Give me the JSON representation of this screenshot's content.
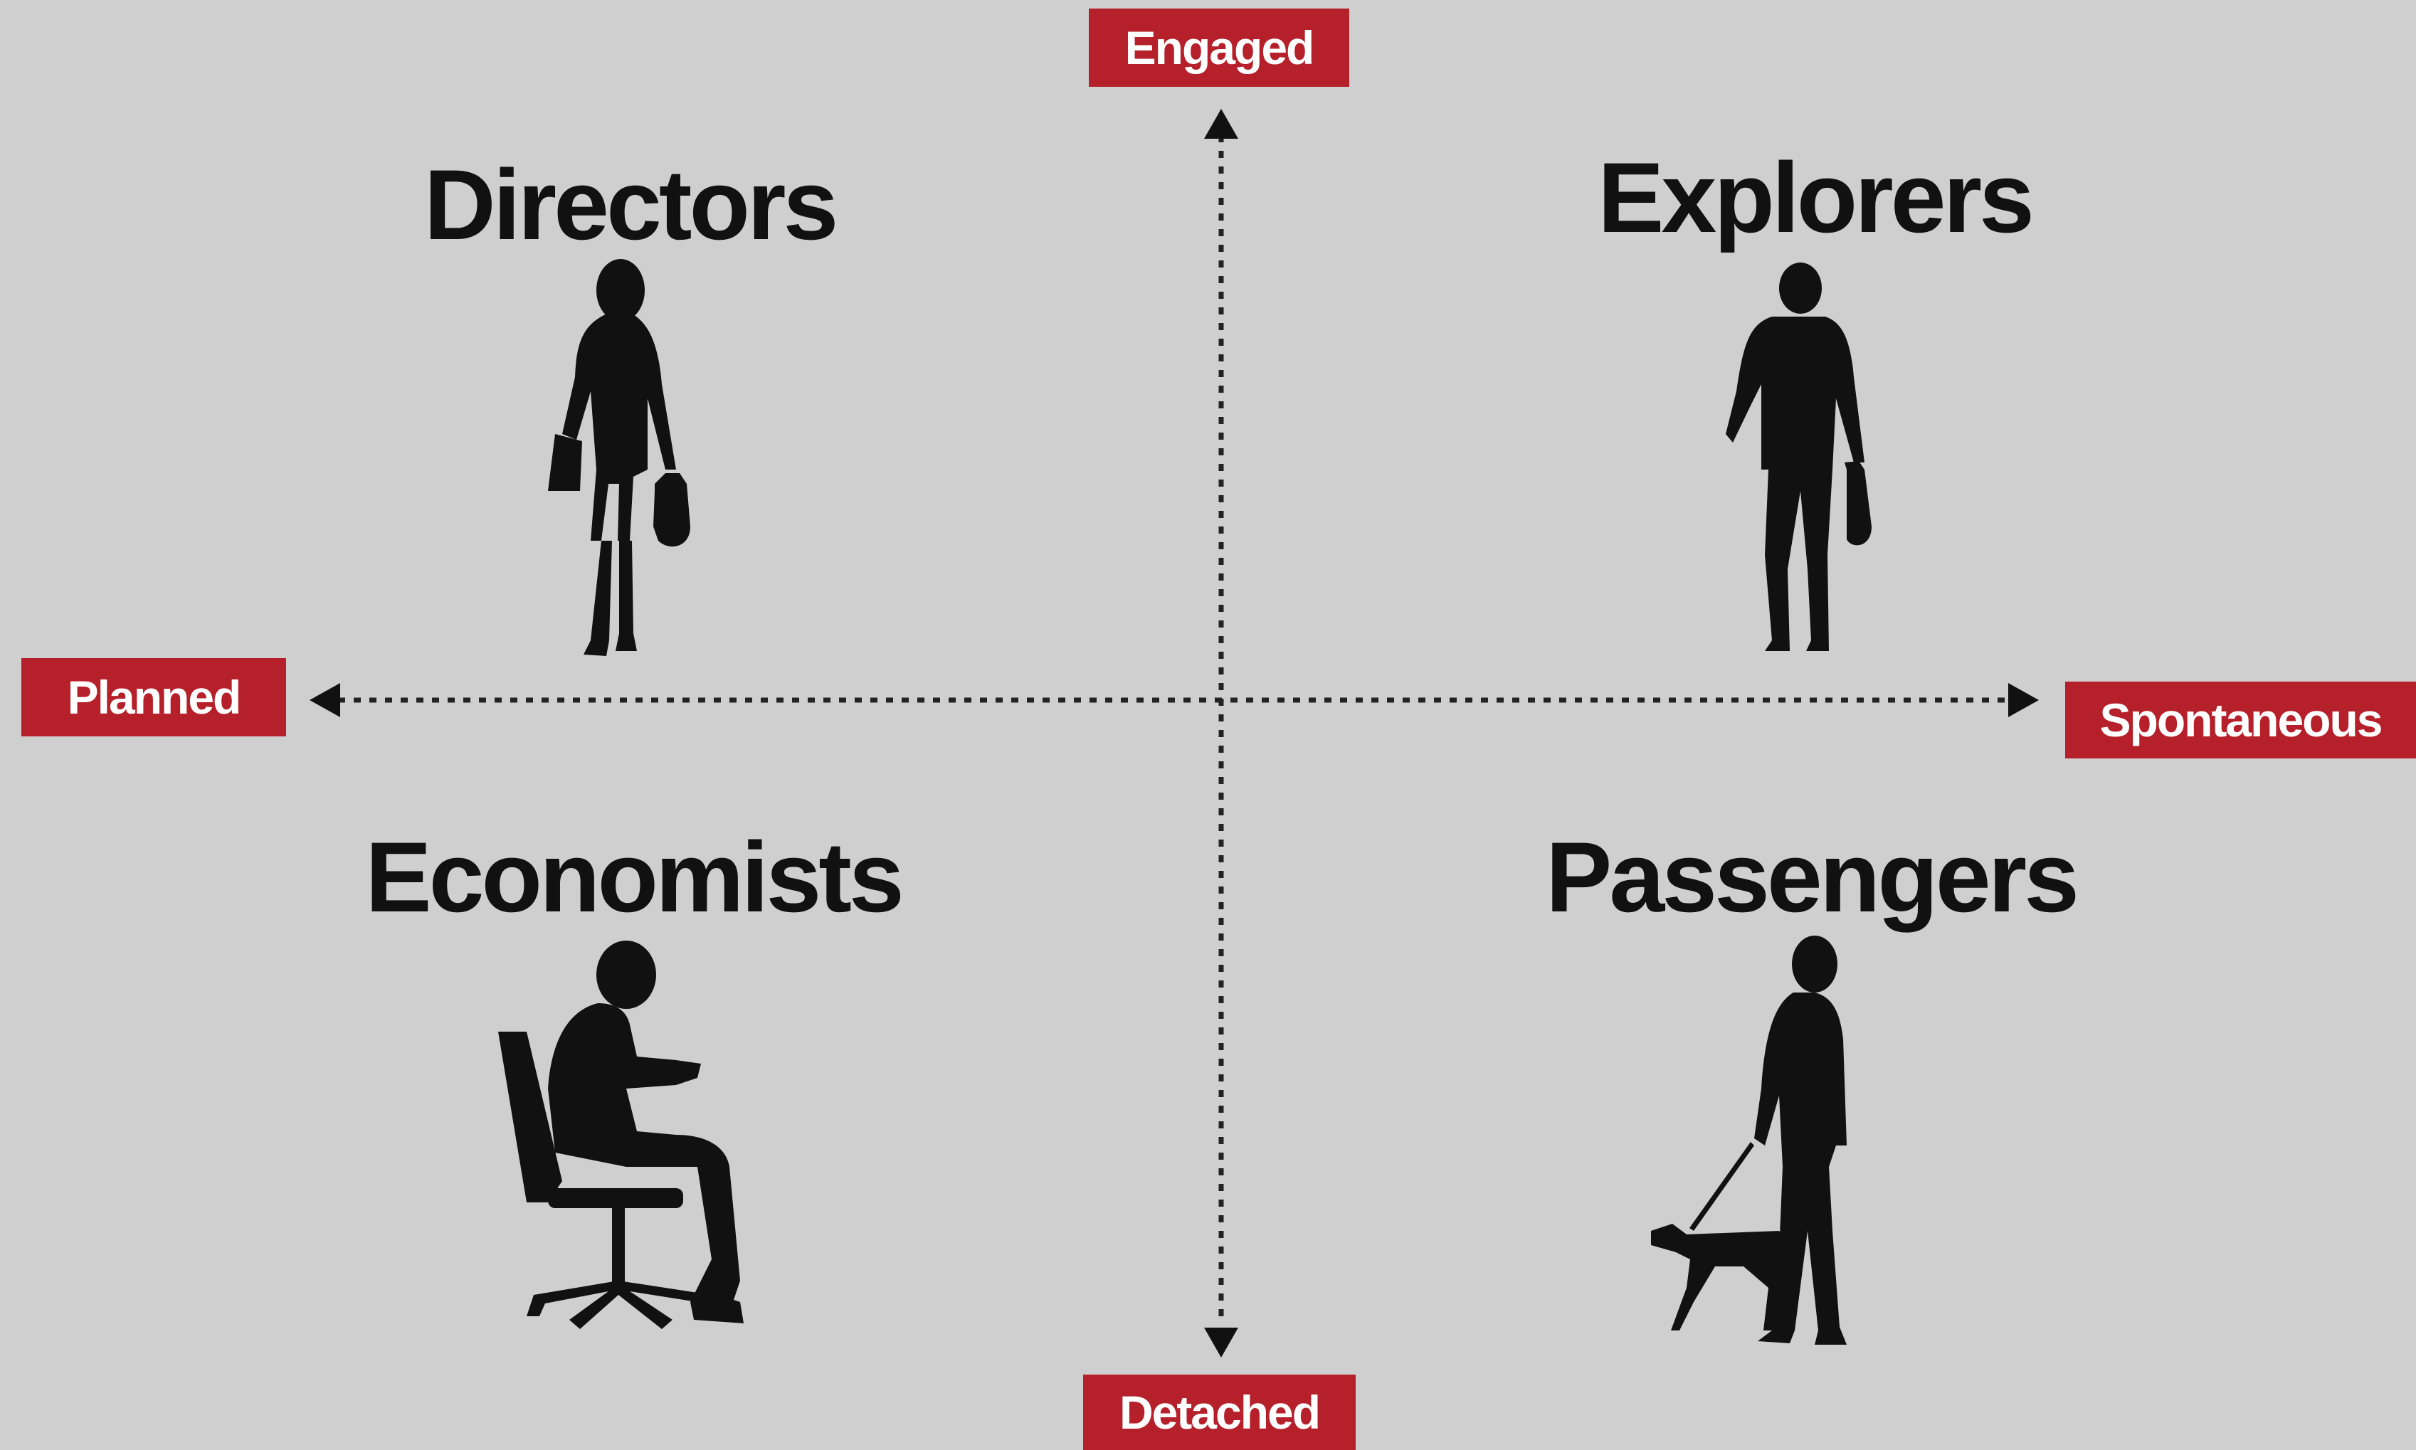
{
  "axes": {
    "top": "Engaged",
    "bottom": "Detached",
    "left": "Planned",
    "right": "Spontaneous"
  },
  "quadrants": {
    "top_left": "Directors",
    "top_right": "Explorers",
    "bottom_left": "Economists",
    "bottom_right": "Passengers"
  },
  "icons": {
    "top_left": "woman-with-shopping-bag-icon",
    "top_right": "man-with-shopping-bag-icon",
    "bottom_left": "man-sitting-in-office-chair-icon",
    "bottom_right": "man-walking-dog-icon"
  },
  "colors": {
    "background": "#cfcfcf",
    "label_fill": "#b5202a",
    "label_text": "#ffffff",
    "ink": "#111111"
  }
}
